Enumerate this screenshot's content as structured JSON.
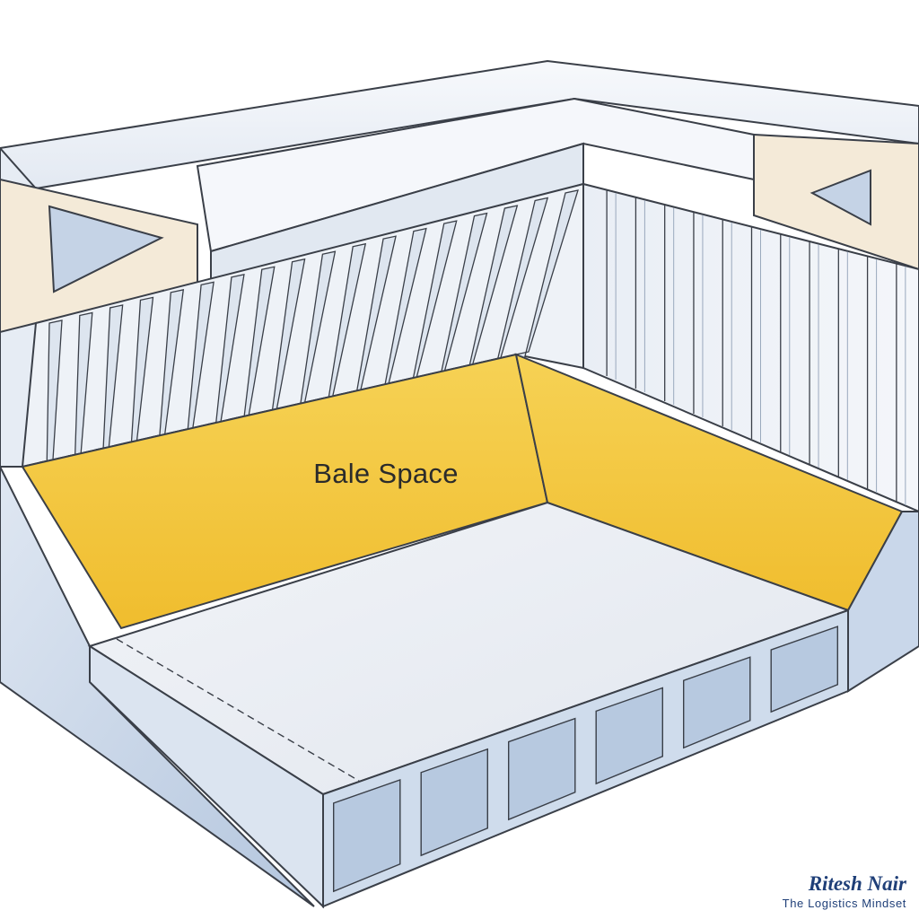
{
  "diagram": {
    "space_label": "Bale Space"
  },
  "brand": {
    "name": "Ritesh Nair",
    "tagline": "The Logistics Mindset"
  },
  "colors": {
    "bale_yellow": "#f3c53a",
    "steel_blue": "#c9d7ea",
    "steel_light": "#eef2f7",
    "outline": "#3a3f48",
    "brand_navy": "#1f3f78"
  }
}
